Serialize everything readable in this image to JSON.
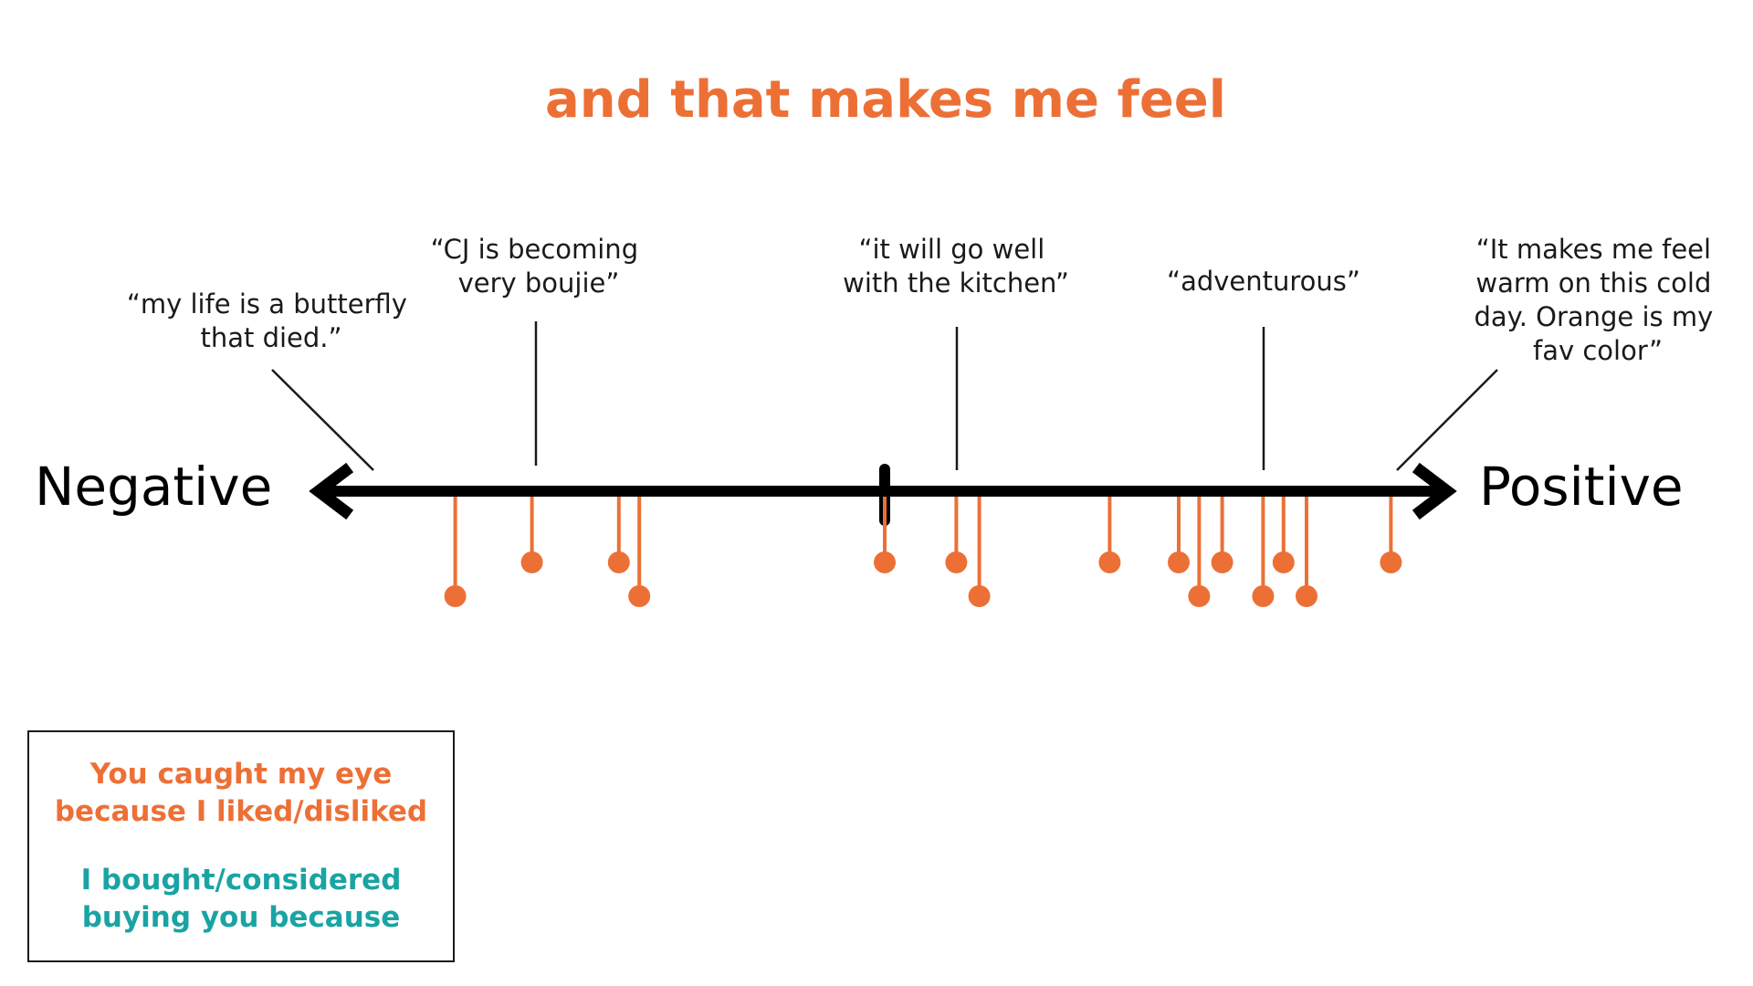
{
  "title": "and that makes me feel",
  "scale": {
    "negative_label": "Negative",
    "positive_label": "Positive"
  },
  "quotes": [
    {
      "lines": [
        "“my life is a butterfly",
        "that died.”"
      ]
    },
    {
      "lines": [
        "“CJ is becoming",
        "very boujie”"
      ]
    },
    {
      "lines": [
        "“it will go well",
        "with the kitchen”"
      ]
    },
    {
      "lines": [
        "“adventurous”"
      ]
    },
    {
      "lines": [
        "“It makes me feel",
        "warm on this cold",
        "day. Orange is my",
        "fav color”"
      ]
    }
  ],
  "responses": [
    {
      "position": -0.84,
      "tier": "long"
    },
    {
      "position": -0.69,
      "tier": "short"
    },
    {
      "position": -0.52,
      "tier": "short"
    },
    {
      "position": -0.48,
      "tier": "long"
    },
    {
      "position": 0.0,
      "tier": "short"
    },
    {
      "position": 0.14,
      "tier": "short"
    },
    {
      "position": 0.185,
      "tier": "long"
    },
    {
      "position": 0.44,
      "tier": "short"
    },
    {
      "position": 0.575,
      "tier": "short"
    },
    {
      "position": 0.615,
      "tier": "long"
    },
    {
      "position": 0.66,
      "tier": "short"
    },
    {
      "position": 0.74,
      "tier": "long"
    },
    {
      "position": 0.78,
      "tier": "short"
    },
    {
      "position": 0.825,
      "tier": "long"
    },
    {
      "position": 0.99,
      "tier": "short"
    }
  ],
  "legend": {
    "orange_lines": [
      "You caught my eye",
      "because I liked/disliked"
    ],
    "teal_lines": [
      "I bought/considered",
      "buying you because"
    ]
  },
  "colors": {
    "accent_orange": "#ec7036",
    "accent_teal": "#1aa3a3",
    "axis": "#000000"
  }
}
